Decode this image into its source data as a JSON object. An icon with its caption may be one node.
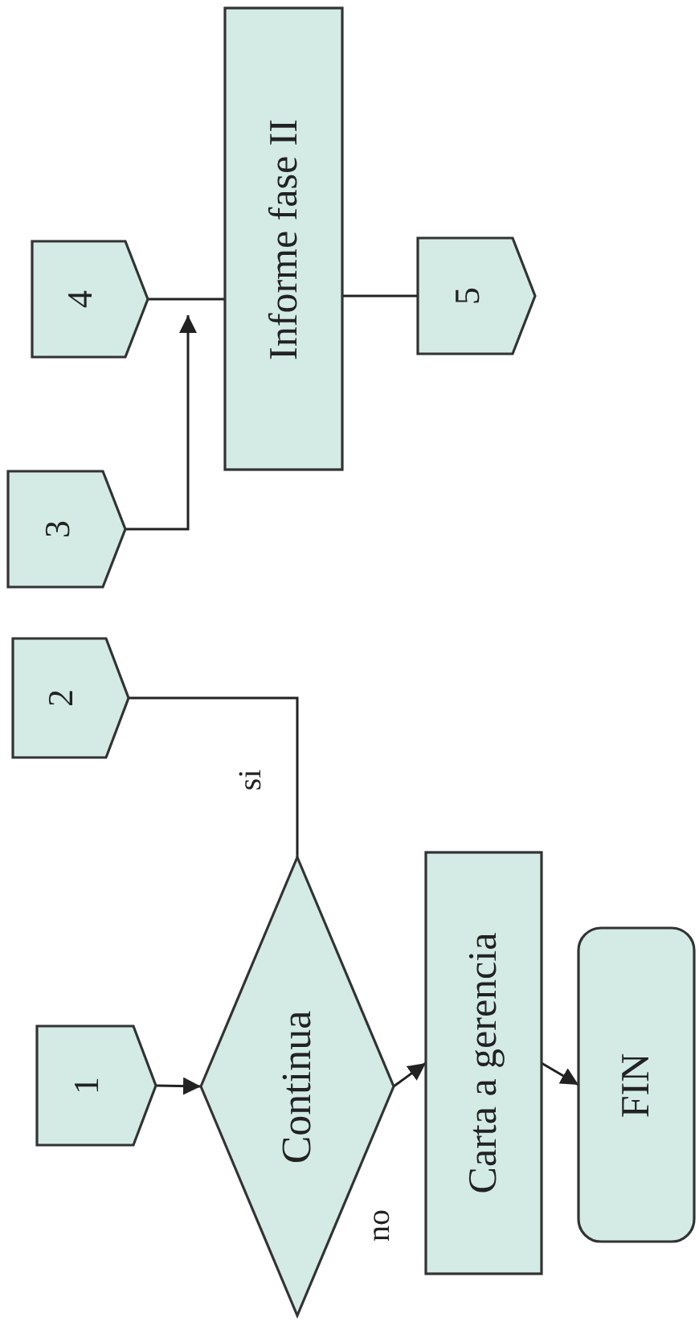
{
  "diagram": {
    "nodes": [
      {
        "text": [
          "1"
        ]
      },
      {
        "text": [
          "Continua"
        ]
      },
      {
        "text": [
          "Carta a gerencia"
        ]
      },
      {
        "text": [
          "FIN"
        ]
      },
      {
        "text": [
          "2"
        ]
      },
      {
        "text": [
          "3"
        ]
      },
      {
        "text": [
          "4"
        ]
      },
      {
        "text": [
          "Informe fase II"
        ]
      },
      {
        "text": [
          "5"
        ]
      }
    ],
    "edges": [
      {
        "from": 0,
        "to": 1,
        "arrow": "to"
      },
      {
        "from": 1,
        "to": 2,
        "arrow": "to",
        "label": "no"
      },
      {
        "from": 2,
        "to": 3,
        "arrow": "to"
      },
      {
        "from": 1,
        "to": 4,
        "arrow": "none",
        "label": "si"
      },
      {
        "from": 5,
        "to": 7,
        "arrow": "to"
      },
      {
        "from": 6,
        "to": 7,
        "arrow": "none"
      },
      {
        "from": 7,
        "to": 8,
        "arrow": "none"
      }
    ]
  }
}
